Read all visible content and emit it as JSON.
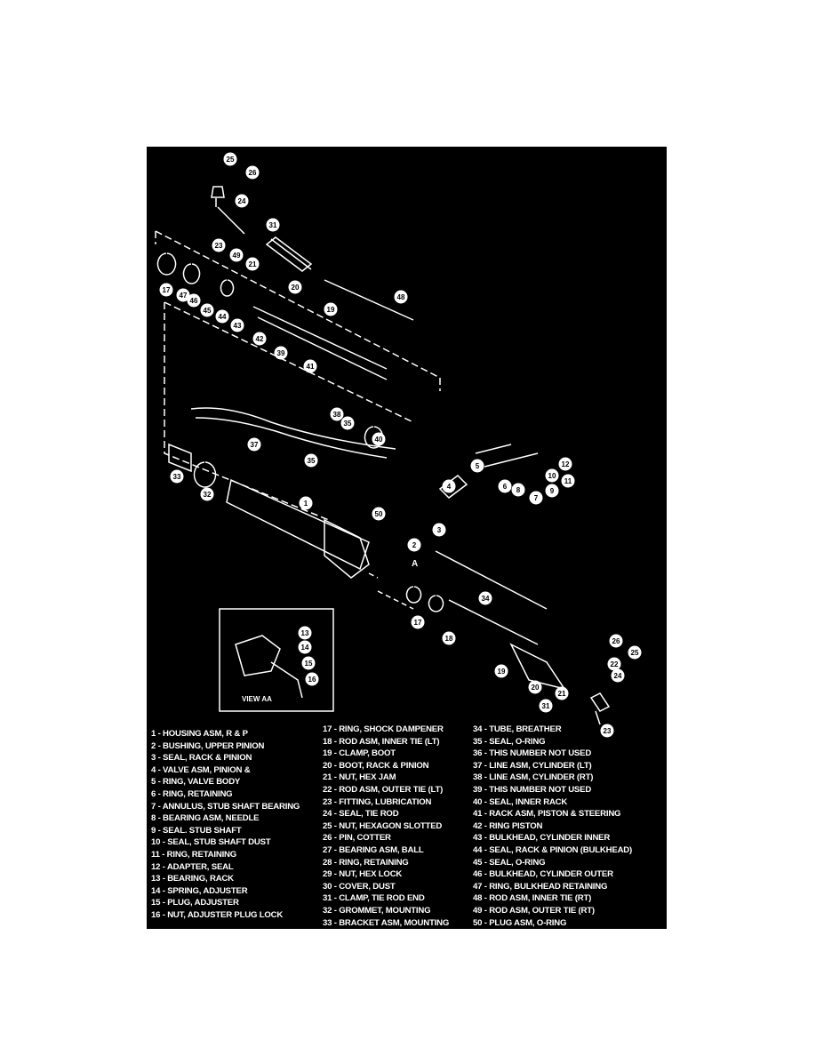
{
  "diagram": {
    "inset_label": "VIEW AA",
    "section_marker": "A",
    "callouts": [
      "25",
      "26",
      "24",
      "23",
      "49",
      "21",
      "31",
      "20",
      "19",
      "48",
      "17",
      "47",
      "46",
      "45",
      "44",
      "43",
      "42",
      "39",
      "41",
      "40",
      "38",
      "35",
      "37",
      "35",
      "33",
      "32",
      "1",
      "50",
      "4",
      "5",
      "2",
      "3",
      "6",
      "8",
      "7",
      "9",
      "10",
      "11",
      "12",
      "34",
      "17",
      "18",
      "19",
      "20",
      "26",
      "25",
      "24",
      "22",
      "21",
      "31",
      "23",
      "13",
      "14",
      "15",
      "16"
    ]
  },
  "legend": {
    "col1": [
      "1 - HOUSING ASM, R & P",
      "2 - BUSHING, UPPER PINION",
      "3 - SEAL, RACK & PINION",
      "4 - VALVE ASM, PINION &",
      "5 - RING, VALVE BODY",
      "6 - RING, RETAINING",
      "7 - ANNULUS, STUB SHAFT BEARING",
      "8 - BEARING ASM, NEEDLE",
      "9 - SEAL. STUB SHAFT",
      "10 - SEAL, STUB SHAFT DUST",
      "11 - RING, RETAINING",
      "12 - ADAPTER, SEAL",
      "13 - BEARING, RACK",
      "14 - SPRING, ADJUSTER",
      "15 - PLUG, ADJUSTER",
      "16 - NUT, ADJUSTER PLUG LOCK"
    ],
    "col2": [
      "17 - RING, SHOCK DAMPENER",
      "18 - ROD ASM, INNER TIE (LT)",
      "19 - CLAMP, BOOT",
      "20 - BOOT, RACK & PINION",
      "21 - NUT, HEX JAM",
      "22 - ROD ASM, OUTER TIE (LT)",
      "23 - FITTING, LUBRICATION",
      "24 - SEAL, TIE ROD",
      "25 - NUT, HEXAGON SLOTTED",
      "26 - PIN, COTTER",
      "27 - BEARING ASM, BALL",
      "28 - RING, RETAINING",
      "29 - NUT, HEX LOCK",
      "30 - COVER, DUST",
      "31 - CLAMP, TIE ROD END",
      "32 - GROMMET, MOUNTING",
      "33 - BRACKET ASM, MOUNTING"
    ],
    "col3": [
      "34 - TUBE, BREATHER",
      "35 - SEAL, O-RING",
      "36 - THIS NUMBER NOT USED",
      "37 - LINE ASM, CYLINDER (LT)",
      "38 - LINE ASM, CYLINDER (RT)",
      "39 - THIS NUMBER NOT USED",
      "40 - SEAL, INNER RACK",
      "41 - RACK ASM, PISTON & STEERING",
      "42 - RING PISTON",
      "43 - BULKHEAD, CYLINDER INNER",
      "44 - SEAL, RACK & PINION (BULKHEAD)",
      "45 - SEAL, O-RING",
      "46 - BULKHEAD, CYLINDER OUTER",
      "47 - RING, BULKHEAD RETAINING",
      "48 - ROD ASM, INNER TIE (RT)",
      "49 - ROD ASM, OUTER TIE (RT)",
      "50 - PLUG ASM, O-RING"
    ]
  }
}
